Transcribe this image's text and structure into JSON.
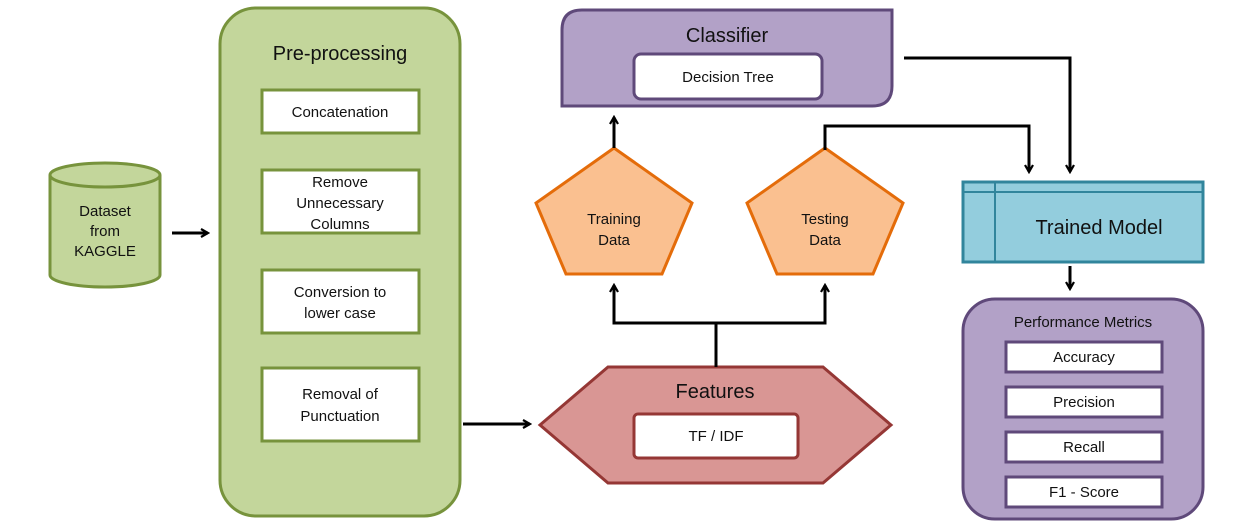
{
  "dataset": {
    "line1": "Dataset",
    "line2": "from",
    "line3": "KAGGLE"
  },
  "preprocessing": {
    "title": "Pre-processing",
    "steps": {
      "concatenation": {
        "line1": "Concatenation"
      },
      "remove_columns": {
        "line1": "Remove",
        "line2": "Unnecessary",
        "line3": "Columns"
      },
      "lower_case": {
        "line1": "Conversion to",
        "line2": "lower case"
      },
      "punctuation": {
        "line1": "Removal of",
        "line2": "Punctuation"
      }
    }
  },
  "features": {
    "title": "Features",
    "method": "TF / IDF"
  },
  "training_data": {
    "line1": "Training",
    "line2": "Data"
  },
  "testing_data": {
    "line1": "Testing",
    "line2": "Data"
  },
  "classifier": {
    "title": "Classifier",
    "algorithm": "Decision Tree"
  },
  "trained_model": {
    "label": "Trained Model"
  },
  "performance": {
    "title": "Performance Metrics",
    "metrics": {
      "accuracy": "Accuracy",
      "precision": "Precision",
      "recall": "Recall",
      "f1": "F1 - Score"
    }
  },
  "colors": {
    "green_fill": "#c3d69b",
    "green_border": "#77933c",
    "purple_fill": "#b2a1c7",
    "purple_border": "#5f497a",
    "orange_fill": "#fac090",
    "orange_border": "#e46c0a",
    "red_fill": "#d99694",
    "red_border": "#953735",
    "blue_fill": "#93cddd",
    "blue_border": "#31859c"
  }
}
